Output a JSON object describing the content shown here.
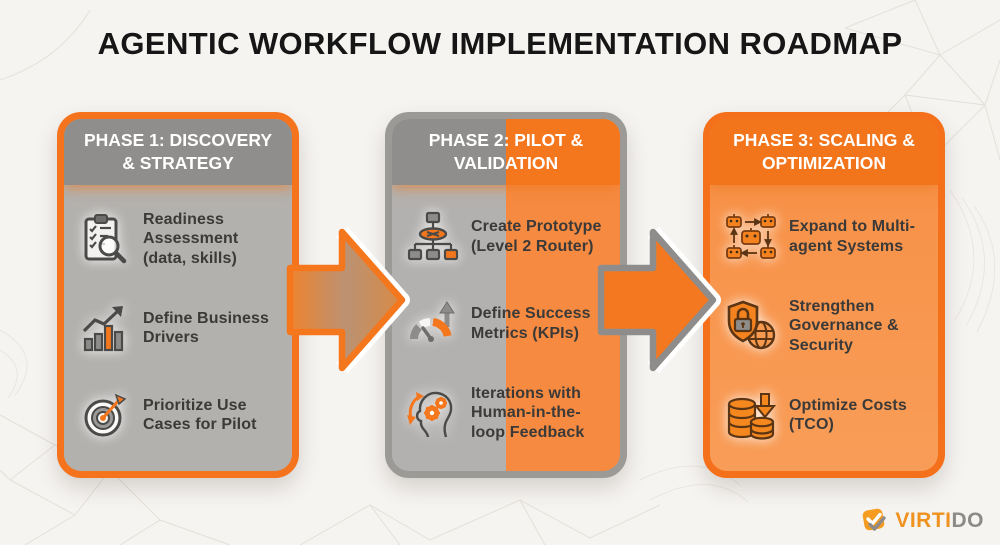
{
  "title": "AGENTIC WORKFLOW IMPLEMENTATION ROADMAP",
  "phases": [
    {
      "header": "PHASE 1: DISCOVERY & STRATEGY",
      "items": [
        {
          "icon": "clipboard-magnifier-icon",
          "label": "Readiness Assessment (data, skills)"
        },
        {
          "icon": "growth-chart-icon",
          "label": "Define Business Drivers"
        },
        {
          "icon": "target-dart-icon",
          "label": "Prioritize Use Cases for Pilot"
        }
      ]
    },
    {
      "header": "PHASE 2: PILOT & VALIDATION",
      "items": [
        {
          "icon": "router-network-icon",
          "label": "Create Prototype (Level 2 Router)"
        },
        {
          "icon": "gauge-icon",
          "label": "Define Success Metrics (KPIs)"
        },
        {
          "icon": "head-gears-icon",
          "label": "Iterations with Human-in-the-loop Feedback"
        }
      ]
    },
    {
      "header": "PHASE 3: SCALING & OPTIMIZATION",
      "items": [
        {
          "icon": "multi-agent-robots-icon",
          "label": "Expand to Multi-agent Systems"
        },
        {
          "icon": "shield-lock-globe-icon",
          "label": "Strengthen Governance & Security"
        },
        {
          "icon": "coins-down-arrow-icon",
          "label": "Optimize Costs (TCO)"
        }
      ]
    }
  ],
  "logo": {
    "brand_primary": "VIRTI",
    "brand_secondary": "DO",
    "icon": "checkmark-diamond-icon"
  },
  "colors": {
    "accent_orange": "#F4761D",
    "card_gray_header": "#8F8E8C",
    "card_gray_body": "#B3B1AE",
    "card_orange_body": "#F78F44",
    "background": "#F6F4F1",
    "text_dark": "#3B3A38",
    "header_text": "#FFFFFF"
  }
}
